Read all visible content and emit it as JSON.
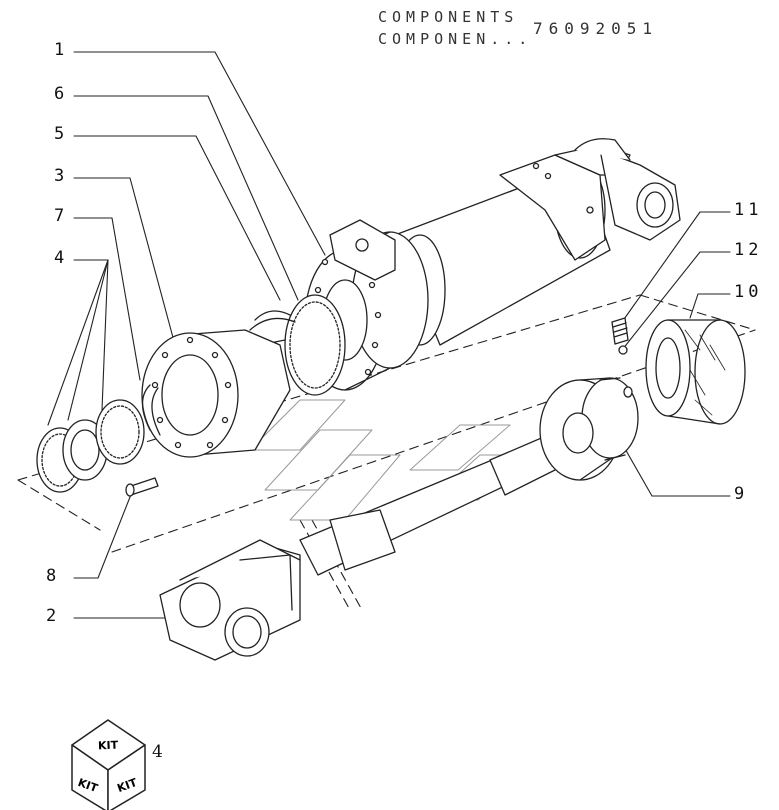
{
  "header": {
    "title_line1": "COMPONENTS",
    "title_line2": "COMPONEN...",
    "part_number": "76092051"
  },
  "callouts": [
    "1",
    "6",
    "5",
    "3",
    "7",
    "4",
    "8",
    "2",
    "11",
    "12",
    "10",
    "9"
  ],
  "kit": {
    "label": "KIT",
    "count": "4"
  }
}
